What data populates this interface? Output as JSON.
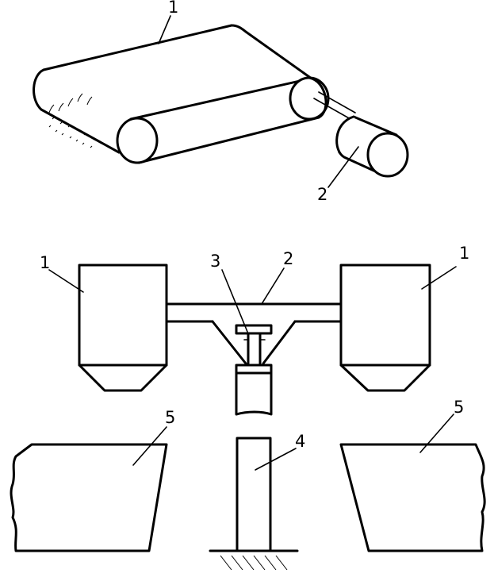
{
  "top_figure": {
    "labels": {
      "belt": "1",
      "motor": "2"
    }
  },
  "bottom_figure": {
    "labels": {
      "left_hopper": "1",
      "right_hopper": "1",
      "frame": "2",
      "rod": "3",
      "column": "4",
      "left_plate": "5",
      "right_plate": "5"
    }
  }
}
